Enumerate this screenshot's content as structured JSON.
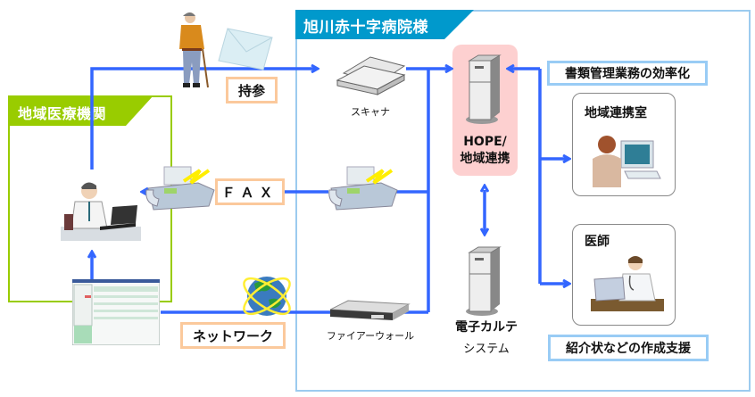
{
  "hospital": {
    "title": "旭川赤十字病院様",
    "scanner_label": "スキャナ",
    "hope_label_line1": "HOPE/",
    "hope_label_line2": "地域連携",
    "emr_label_line1": "電子カルテ",
    "emr_label_line2": "システム",
    "firewall_label": "ファイアーウォール",
    "benefit_top": "書類管理業務の効率化",
    "benefit_bottom": "紹介状などの作成支援",
    "roles": [
      {
        "title": "地域連携室",
        "icon": "office-worker-at-computer"
      },
      {
        "title": "医師",
        "icon": "doctor-at-laptop"
      }
    ]
  },
  "clinic": {
    "title": "地域医療機関",
    "icon": "doctor-at-desk-with-laptop"
  },
  "channels": {
    "carry": "持参",
    "fax": "ＦＡＸ",
    "network": "ネットワーク"
  },
  "colors": {
    "arrow": "#3366ff",
    "hospital_accent": "#0099cc",
    "hospital_border": "#9ccbef",
    "clinic_accent": "#99cc00",
    "label_border": "#fbc99c",
    "benefit_border": "#99ccf5",
    "hope_bg": "#fdd0d0"
  }
}
